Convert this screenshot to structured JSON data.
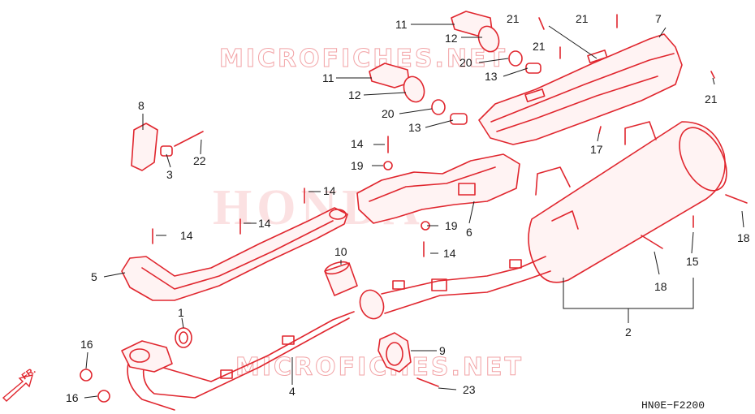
{
  "watermark": {
    "site": "MICROFICHES.NET",
    "brand": "HONDA"
  },
  "diagram_code": "HN0E−F2200",
  "front_arrow_label": "FR.",
  "callouts": {
    "c1": "1",
    "c2": "2",
    "c3": "3",
    "c4": "4",
    "c5": "5",
    "c6": "6",
    "c7": "7",
    "c8": "8",
    "c9": "9",
    "c10": "10",
    "c11a": "11",
    "c11b": "11",
    "c12a": "12",
    "c12b": "12",
    "c13a": "13",
    "c13b": "13",
    "c14a": "14",
    "c14b": "14",
    "c14c": "14",
    "c14d": "14",
    "c14e": "14",
    "c15": "15",
    "c16a": "16",
    "c16b": "16",
    "c17": "17",
    "c18a": "18",
    "c18b": "18",
    "c19a": "19",
    "c19b": "19",
    "c20a": "20",
    "c20b": "20",
    "c21a": "21",
    "c21b": "21",
    "c21c": "21",
    "c21d": "21",
    "c22": "22",
    "c23": "23"
  },
  "colors": {
    "parts": "#e0262e",
    "text": "#1a1a1a",
    "watermark": "#f2a3a6"
  }
}
